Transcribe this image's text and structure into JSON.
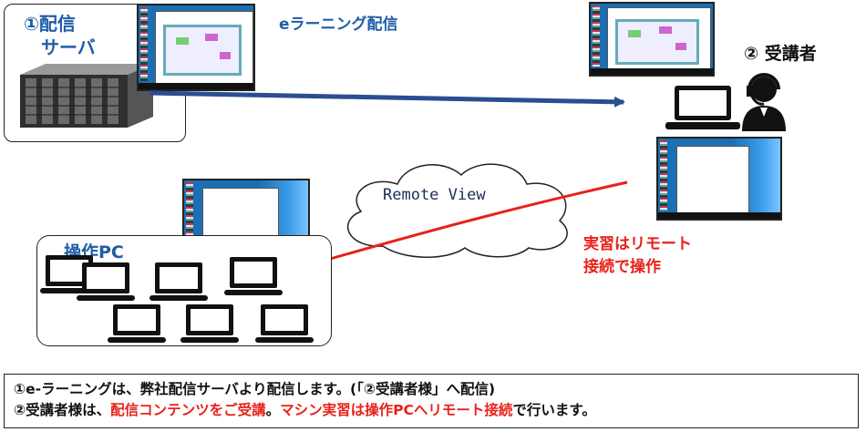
{
  "server": {
    "label_line1": "①配信",
    "label_line2": "サーバ"
  },
  "elearning_label": "eラーニング配信",
  "trainee_label": "② 受講者",
  "cloud_label": "Remote View",
  "remote_label_line1": "実習はリモート",
  "remote_label_line2": "接続で操作",
  "pc_label": "操作PC",
  "caption": {
    "line1": "①e-ラーニングは、弊社配信サーバより配信します。(「②受講者様」へ配信)",
    "line2_a": "②受講者様は、",
    "line2_b": "配信コンテンツをご受講",
    "line2_c": "。",
    "line2_d": "マシン実習は操作PCへリモート接続",
    "line2_e": "で行います。"
  },
  "colors": {
    "blue_text": "#1f5da8",
    "red_text": "#e8211a",
    "arrow_blue": "#2b4d91",
    "arrow_red": "#e8211a"
  }
}
